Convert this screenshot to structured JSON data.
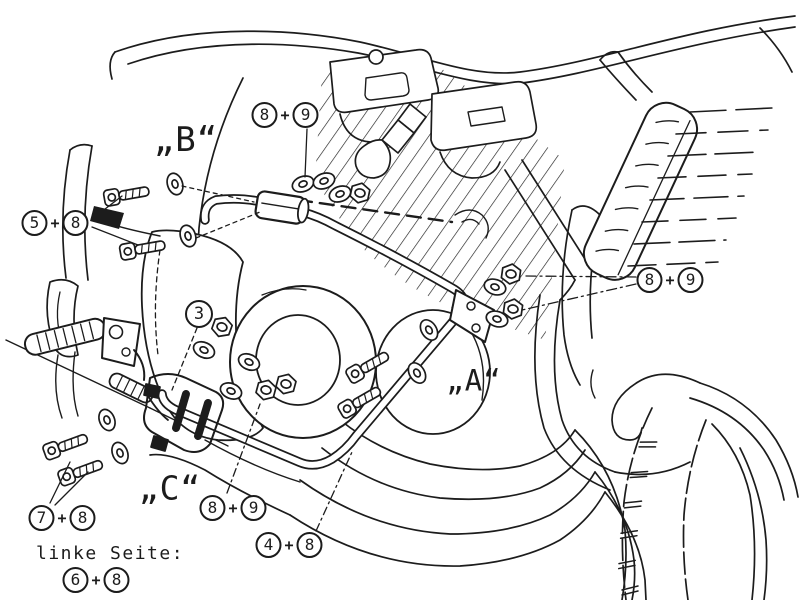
{
  "diagram": {
    "note": "linke Seite:",
    "plus": "+",
    "section_labels": {
      "a": "„A“",
      "b": "„B“",
      "c": "„C“"
    },
    "callouts": {
      "upper_left": {
        "first": "5",
        "second": "8"
      },
      "top": {
        "first": "8",
        "second": "9"
      },
      "clamp_single": {
        "value": "3"
      },
      "right": {
        "first": "8",
        "second": "9"
      },
      "lower_middle": {
        "first": "8",
        "second": "9"
      },
      "bottom_center": {
        "first": "4",
        "second": "8"
      },
      "bottom_left": {
        "first": "7",
        "second": "8"
      },
      "note_row": {
        "first": "6",
        "second": "8"
      }
    }
  }
}
